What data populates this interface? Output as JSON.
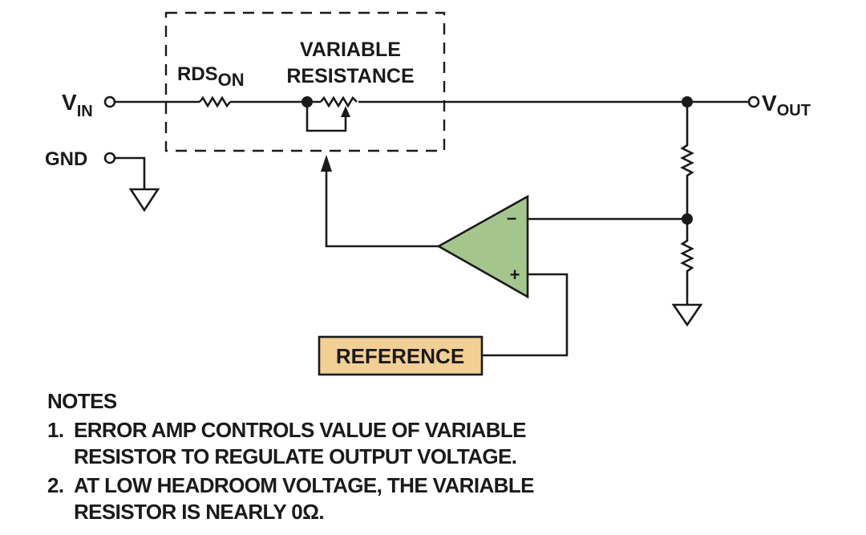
{
  "diagram": {
    "type": "LDO regulator block schematic",
    "labels": {
      "vin_main": "V",
      "vin_sub": "IN",
      "gnd": "GND",
      "rds_main": "RDS",
      "rds_sub": "ON",
      "variable_line1": "VARIABLE",
      "variable_line2": "RESISTANCE",
      "vout_main": "V",
      "vout_sub": "OUT",
      "opamp_minus": "−",
      "opamp_plus": "+",
      "reference": "REFERENCE"
    },
    "colors": {
      "opamp_fill": "#a4c68c",
      "reference_fill": "#f2cf94",
      "line": "#1a1a1a"
    }
  },
  "notes": {
    "heading": "NOTES",
    "items": [
      {
        "num": "1.",
        "text": "ERROR AMP CONTROLS VALUE OF VARIABLE\nRESISTOR TO REGULATE OUTPUT VOLTAGE."
      },
      {
        "num": "2.",
        "text": "AT LOW HEADROOM VOLTAGE, THE VARIABLE\nRESISTOR IS NEARLY 0Ω."
      }
    ]
  }
}
